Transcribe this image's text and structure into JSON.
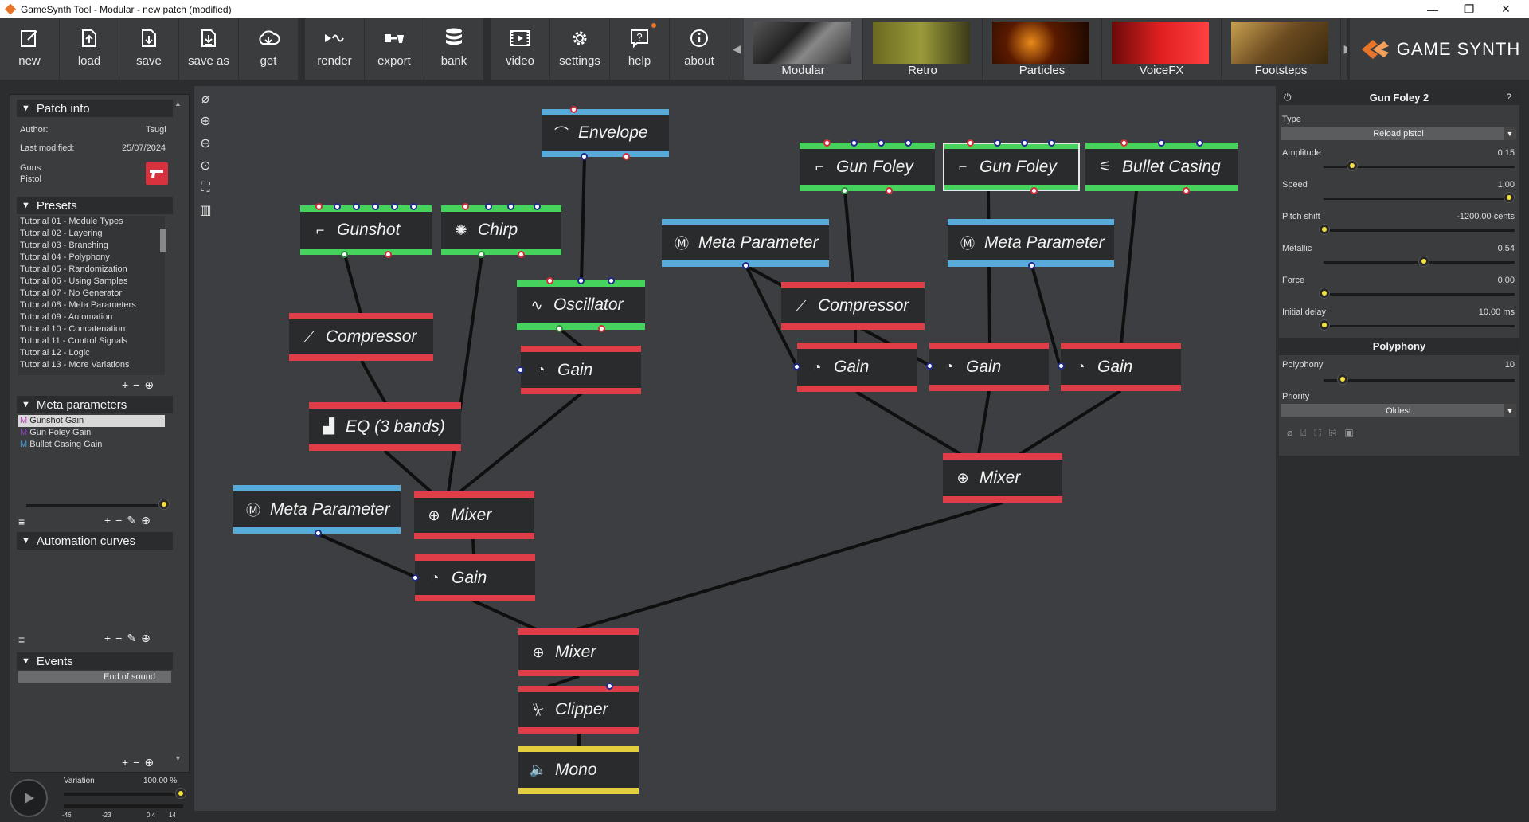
{
  "window": {
    "title": "GameSynth Tool - Modular - new patch (modified)",
    "min": "—",
    "max": "❐",
    "close": "✕"
  },
  "toolbar": [
    {
      "label": "new",
      "icon": "new-icon"
    },
    {
      "label": "load",
      "icon": "load-icon"
    },
    {
      "label": "save",
      "icon": "save-icon"
    },
    {
      "label": "save as",
      "icon": "save-as-icon"
    },
    {
      "label": "get",
      "icon": "cloud-icon"
    },
    {
      "label": "render",
      "icon": "render-icon"
    },
    {
      "label": "export",
      "icon": "gamepad-icon"
    },
    {
      "label": "bank",
      "icon": "database-icon"
    },
    {
      "label": "video",
      "icon": "video-icon"
    },
    {
      "label": "settings",
      "icon": "gear-icon"
    },
    {
      "label": "help",
      "icon": "help-icon"
    },
    {
      "label": "about",
      "icon": "info-icon"
    }
  ],
  "modes": [
    {
      "label": "Modular",
      "active": true,
      "color": "#6b6b6b"
    },
    {
      "label": "Retro",
      "active": false,
      "color": "#8a8a2a"
    },
    {
      "label": "Particles",
      "active": false,
      "color": "#5a2a0a"
    },
    {
      "label": "VoiceFX",
      "active": false,
      "color": "#c01818"
    },
    {
      "label": "Footsteps",
      "active": false,
      "color": "#9a7a3a"
    }
  ],
  "brand": {
    "name": "GAME SYNTH",
    "accent": "#e8742a"
  },
  "patch_info": {
    "header": "Patch info",
    "author_label": "Author:",
    "author": "Tsugi",
    "modified_label": "Last modified:",
    "modified": "25/07/2024",
    "category": "Guns",
    "subcategory": "Pistol"
  },
  "presets": {
    "header": "Presets",
    "items": [
      "Tutorial 01 - Module Types",
      "Tutorial 02 - Layering",
      "Tutorial 03 - Branching",
      "Tutorial 04 - Polyphony",
      "Tutorial 05 - Randomization",
      "Tutorial 06 - Using Samples",
      "Tutorial 07 - No Generator",
      "Tutorial 08 - Meta Parameters",
      "Tutorial 09 - Automation",
      "Tutorial 10 - Concatenation",
      "Tutorial 11 - Control Signals",
      "Tutorial 12 - Logic",
      "Tutorial 13 - More Variations"
    ]
  },
  "meta_params": {
    "header": "Meta parameters",
    "items": [
      "Gunshot Gain",
      "Gun Foley Gain",
      "Bullet Casing Gain"
    ]
  },
  "automation": {
    "header": "Automation curves"
  },
  "events": {
    "header": "Events",
    "item": "End of sound"
  },
  "variation": {
    "label": "Variation",
    "value": "100.00 %",
    "scale": [
      "-46",
      "-23",
      "0 4",
      "14"
    ]
  },
  "nodes": {
    "envelope": "Envelope",
    "gunshot": "Gunshot",
    "chirp": "Chirp",
    "oscillator": "Oscillator",
    "compressor1": "Compressor",
    "gain1": "Gain",
    "eq": "EQ (3 bands)",
    "meta1": "Meta Parameter",
    "mixer1": "Mixer",
    "gain2": "Gain",
    "mixer_main": "Mixer",
    "clipper": "Clipper",
    "mono": "Mono",
    "gunfoley1": "Gun Foley",
    "gunfoley2": "Gun Foley",
    "bulletcasing": "Bullet Casing",
    "meta2": "Meta Parameter",
    "meta3": "Meta Parameter",
    "compressor2": "Compressor",
    "gain3": "Gain",
    "gain4": "Gain",
    "gain5": "Gain",
    "mixer2": "Mixer"
  },
  "inspector": {
    "title": "Gun Foley 2",
    "help": "?",
    "type_label": "Type",
    "type_value": "Reload pistol",
    "params": [
      {
        "label": "Amplitude",
        "value": "0.15",
        "level": 0.15
      },
      {
        "label": "Speed",
        "value": "1.00",
        "level": 1.0
      },
      {
        "label": "Pitch shift",
        "value": "-1200.00 cents",
        "level": 0.0
      },
      {
        "label": "Metallic",
        "value": "0.54",
        "level": 0.54
      },
      {
        "label": "Force",
        "value": "0.00",
        "level": 0.0
      },
      {
        "label": "Initial delay",
        "value": "10.00 ms",
        "level": 0.0
      }
    ],
    "polyphony_header": "Polyphony",
    "polyphony_label": "Polyphony",
    "polyphony_value": "10",
    "polyphony_level": 0.1,
    "priority_label": "Priority",
    "priority_value": "Oldest"
  }
}
